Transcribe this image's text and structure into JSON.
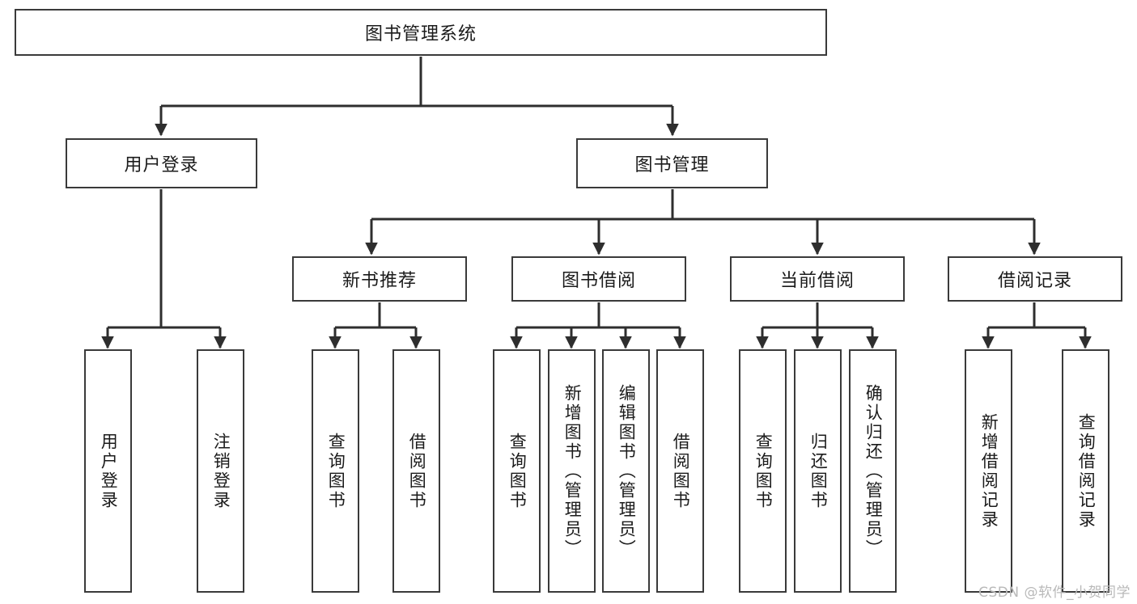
{
  "diagram": {
    "title": "图书管理系统",
    "type": "tree-hierarchy-chart",
    "colors": {
      "box_border": "#3a3a3a",
      "box_fill": "#ffffff",
      "edge": "#2e2e2e",
      "background": "#ffffff",
      "watermark": "#b9b9b9"
    },
    "root": {
      "label": "图书管理系统"
    },
    "level2": [
      {
        "label": "用户登录"
      },
      {
        "label": "图书管理"
      }
    ],
    "level3": [
      {
        "label": "新书推荐"
      },
      {
        "label": "图书借阅"
      },
      {
        "label": "当前借阅"
      },
      {
        "label": "借阅记录"
      }
    ],
    "leaves": {
      "user_login": [
        {
          "label": "用户登录"
        },
        {
          "label": "注销登录"
        }
      ],
      "new_book_recommend": [
        {
          "label": "查询图书"
        },
        {
          "label": "借阅图书"
        }
      ],
      "book_borrow": [
        {
          "label": "查询图书"
        },
        {
          "label": "新增图书（管理员）"
        },
        {
          "label": "编辑图书（管理员）"
        },
        {
          "label": "借阅图书"
        }
      ],
      "current_borrow": [
        {
          "label": "查询图书"
        },
        {
          "label": "归还图书"
        },
        {
          "label": "确认归还（管理员）"
        }
      ],
      "borrow_records": [
        {
          "label": "新增借阅记录"
        },
        {
          "label": "查询借阅记录"
        }
      ]
    },
    "watermark": "CSDN @软件_小贺同学"
  }
}
